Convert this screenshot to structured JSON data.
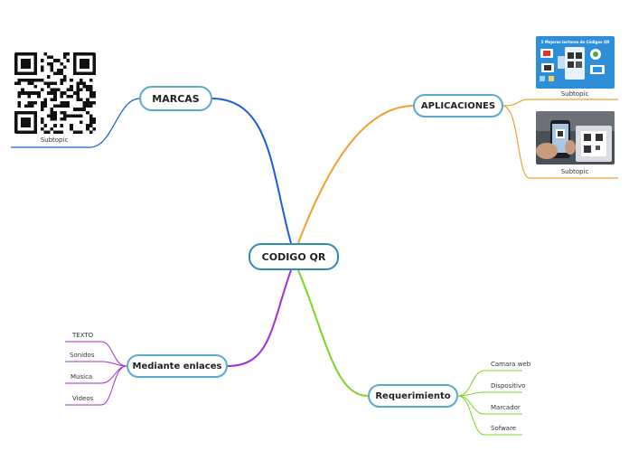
{
  "central": {
    "label": "CODIGO QR"
  },
  "branches": {
    "marcas": {
      "label": "MARCAS",
      "color": "#1a5fd6",
      "subtopic": "Subtopic"
    },
    "aplicaciones": {
      "label": "APLICACIONES",
      "color": "#f0a030",
      "image1": {
        "title": "5 Mejores  lectores de Códigos QR",
        "subtopic": "Subtopic"
      },
      "image2": {
        "subtopic": "Subtopic"
      }
    },
    "enlaces": {
      "label": "Mediante  enlaces",
      "color": "#a030d8",
      "items": [
        "TEXTO",
        "Sonidos",
        "Musica",
        "Videos"
      ]
    },
    "requerimiento": {
      "label": "Requerimiento",
      "color": "#7ed321",
      "items": [
        "Camara web",
        "Dispositivo",
        "Marcador",
        "Sofware"
      ]
    }
  }
}
